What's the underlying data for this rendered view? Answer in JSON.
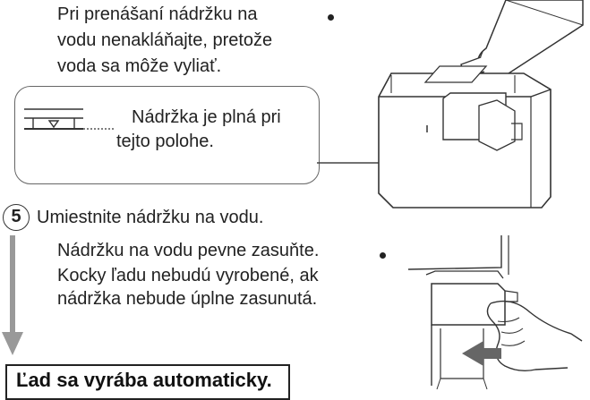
{
  "tip1": {
    "line1": "Pri prenášaní nádržku na",
    "line2": "vodu nenakláňajte, pretože",
    "line3": "voda sa môže vyliať."
  },
  "callout": {
    "line1": "Nádržka je plná pri",
    "line2": "tejto polohe."
  },
  "step5": {
    "number": "5",
    "title": "Umiestnite nádržku na vodu.",
    "tip_line1": "Nádržku na vodu pevne zasuňte.",
    "tip_line2": "Kocky ľadu nebudú vyrobené, ak",
    "tip_line3": "nádržka nebude úplne zasunutá."
  },
  "result": {
    "text": "Ľad sa vyrába automaticky."
  }
}
